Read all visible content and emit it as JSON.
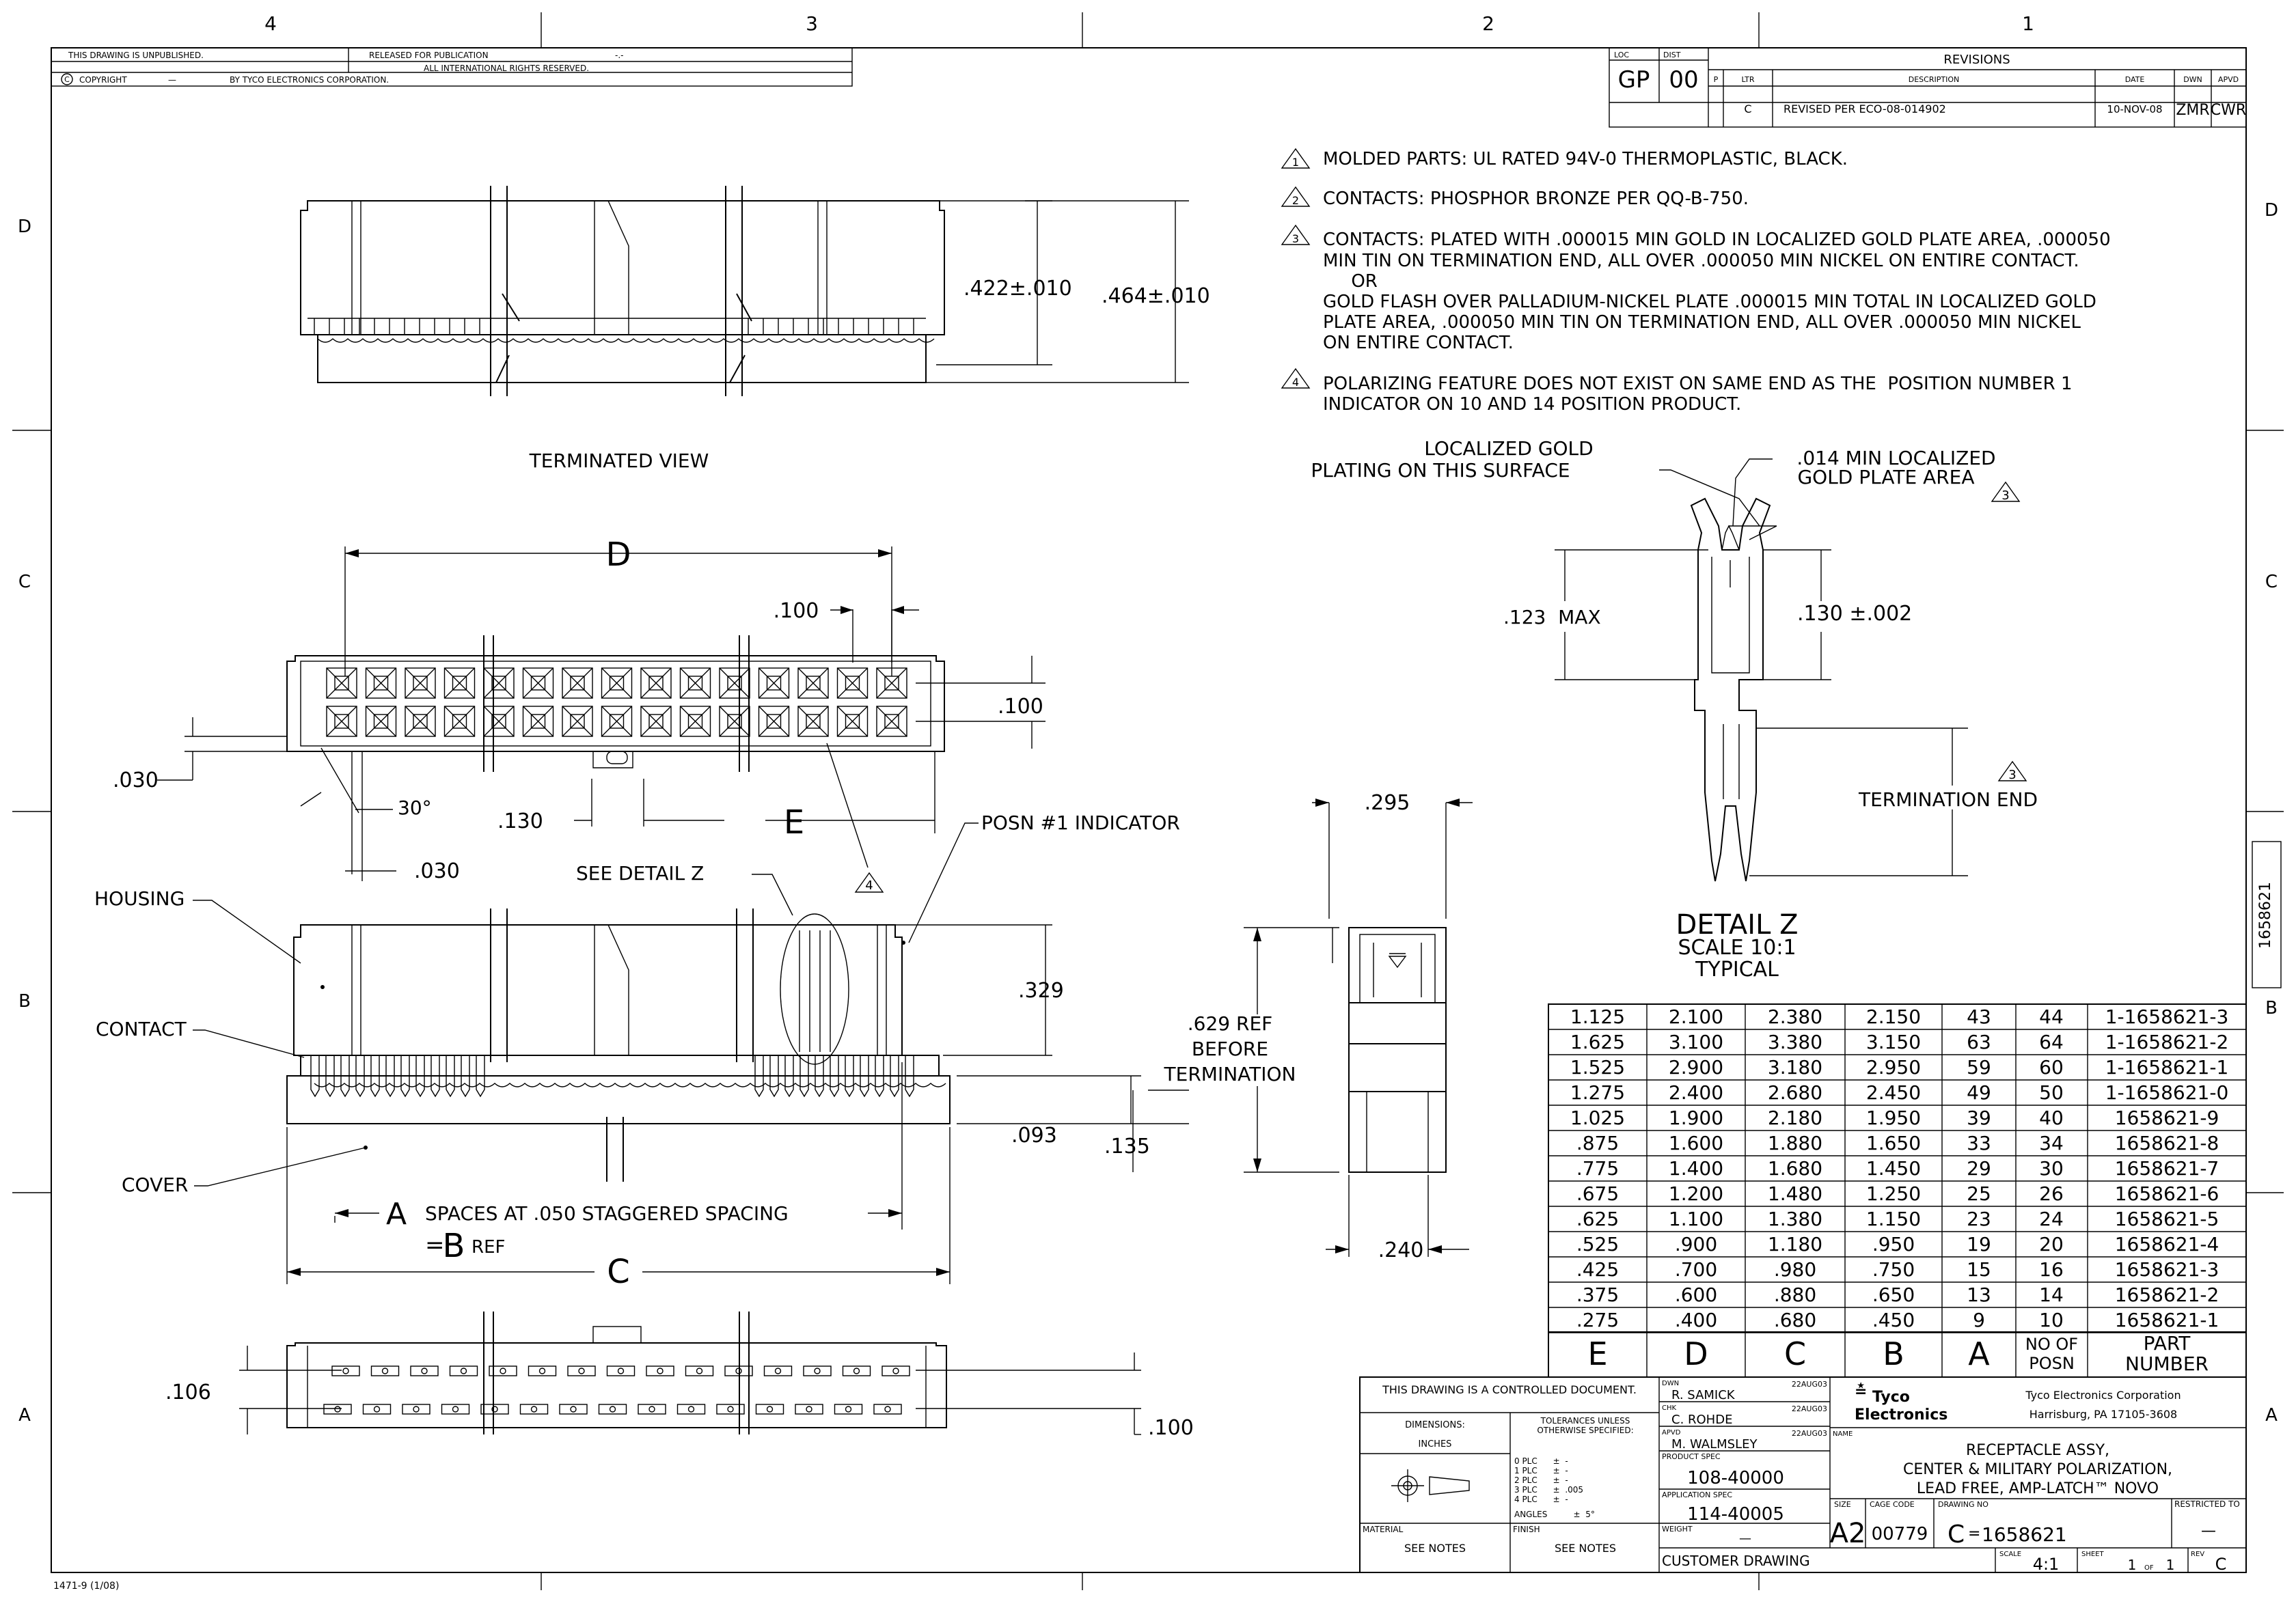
{
  "border": {
    "col_labels": [
      "4",
      "3",
      "2",
      "1"
    ],
    "row_labels": [
      "D",
      "C",
      "B",
      "A"
    ],
    "side_tab": "1658621",
    "form_code": "1471-9  (1/08)"
  },
  "header": {
    "unpublished": "THIS DRAWING IS UNPUBLISHED.",
    "released": "RELEASED FOR PUBLICATION",
    "released_mark": "-.-",
    "rights": "ALL INTERNATIONAL RIGHTS RESERVED.",
    "copyright": "COPYRIGHT",
    "copyright_dash": "—",
    "by": "BY TYCO ELECTRONICS CORPORATION."
  },
  "revisions": {
    "title": "REVISIONS",
    "loc_label": "LOC",
    "loc": "GP",
    "dist_label": "DIST",
    "dist": "00",
    "columns": [
      "P",
      "LTR",
      "DESCRIPTION",
      "DATE",
      "DWN",
      "APVD"
    ],
    "rows": [
      {
        "ltr": "C",
        "description": "REVISED PER ECO-08-014902",
        "date": "10-NOV-08",
        "dwn": "ZMR",
        "apvd": "CWR"
      }
    ]
  },
  "notes": [
    {
      "num": "1",
      "lines": [
        "MOLDED PARTS: UL RATED 94V-0 THERMOPLASTIC, BLACK."
      ]
    },
    {
      "num": "2",
      "lines": [
        "CONTACTS: PHOSPHOR BRONZE PER QQ-B-750."
      ]
    },
    {
      "num": "3",
      "lines": [
        "CONTACTS: PLATED WITH .000015 MIN GOLD IN LOCALIZED GOLD PLATE AREA, .000050",
        "MIN TIN ON TERMINATION END, ALL OVER .000050 MIN NICKEL ON ENTIRE CONTACT.",
        "     OR",
        "GOLD FLASH OVER PALLADIUM-NICKEL PLATE .000015 MIN TOTAL IN LOCALIZED GOLD",
        "PLATE AREA, .000050 MIN TIN ON TERMINATION END, ALL OVER .000050 MIN NICKEL",
        "ON ENTIRE CONTACT."
      ]
    },
    {
      "num": "4",
      "lines": [
        "POLARIZING FEATURE DOES NOT EXIST ON SAME END AS THE  POSITION NUMBER 1",
        "INDICATOR ON 10 AND 14 POSITION PRODUCT."
      ]
    }
  ],
  "views": {
    "terminated": {
      "title": "TERMINATED VIEW",
      "dim_height_1": ".422±.010",
      "dim_height_2": ".464±.010"
    },
    "front": {
      "dim_d": "D",
      "dim_pitch": ".100",
      "dim_row": ".100",
      "dim_030_a": ".030",
      "dim_angle": "30°",
      "dim_130": ".130",
      "dim_e": "E",
      "dim_030_b": ".030",
      "see_detail": "SEE DETAIL Z",
      "posn_indicator": "POSN #1 INDICATOR",
      "note_ref": "4"
    },
    "side": {
      "housing": "HOUSING",
      "contact": "CONTACT",
      "cover": "COVER",
      "dim_329": ".329",
      "dim_093": ".093",
      "dim_135": ".135",
      "dim_a": "A",
      "spaces_text": "SPACES AT .050 STAGGERED SPACING",
      "dim_b_prefix": "=",
      "dim_b": "B",
      "dim_b_ref": "REF",
      "dim_c": "C"
    },
    "end": {
      "dim_295": ".295",
      "dim_629_1": ".629 REF",
      "dim_629_2": "BEFORE",
      "dim_629_3": "TERMINATION",
      "dim_240": ".240"
    },
    "bottom": {
      "dim_106": ".106",
      "dim_100": ".100"
    },
    "detail": {
      "gold_1": "LOCALIZED GOLD",
      "gold_2": "PLATING ON THIS SURFACE",
      "min_1": ".014 MIN LOCALIZED",
      "min_2": "GOLD PLATE AREA",
      "max_label": ".123  MAX",
      "dim_130": ".130 ±.002",
      "term_end": "TERMINATION END",
      "note_ref": "3",
      "title": "DETAIL Z",
      "scale": "SCALE 10:1",
      "typical": "TYPICAL"
    }
  },
  "part_table": {
    "headers": [
      "E",
      "D",
      "C",
      "B",
      "A",
      "NO OF POSN",
      "PART NUMBER"
    ],
    "rows": [
      [
        "1.125",
        "2.100",
        "2.380",
        "2.150",
        "43",
        "44",
        "1-1658621-3"
      ],
      [
        "1.625",
        "3.100",
        "3.380",
        "3.150",
        "63",
        "64",
        "1-1658621-2"
      ],
      [
        "1.525",
        "2.900",
        "3.180",
        "2.950",
        "59",
        "60",
        "1-1658621-1"
      ],
      [
        "1.275",
        "2.400",
        "2.680",
        "2.450",
        "49",
        "50",
        "1-1658621-0"
      ],
      [
        "1.025",
        "1.900",
        "2.180",
        "1.950",
        "39",
        "40",
        "1658621-9"
      ],
      [
        ".875",
        "1.600",
        "1.880",
        "1.650",
        "33",
        "34",
        "1658621-8"
      ],
      [
        ".775",
        "1.400",
        "1.680",
        "1.450",
        "29",
        "30",
        "1658621-7"
      ],
      [
        ".675",
        "1.200",
        "1.480",
        "1.250",
        "25",
        "26",
        "1658621-6"
      ],
      [
        ".625",
        "1.100",
        "1.380",
        "1.150",
        "23",
        "24",
        "1658621-5"
      ],
      [
        ".525",
        ".900",
        "1.180",
        ".950",
        "19",
        "20",
        "1658621-4"
      ],
      [
        ".425",
        ".700",
        ".980",
        ".750",
        "15",
        "16",
        "1658621-3"
      ],
      [
        ".375",
        ".600",
        ".880",
        ".650",
        "13",
        "14",
        "1658621-2"
      ],
      [
        ".275",
        ".400",
        ".680",
        ".450",
        "9",
        "10",
        "1658621-1"
      ]
    ]
  },
  "title_block": {
    "controlled": "THIS DRAWING IS A CONTROLLED DOCUMENT.",
    "dimensions": "DIMENSIONS:",
    "inches": "INCHES",
    "tolerances": "TOLERANCES UNLESS",
    "otherwise": "OTHERWISE SPECIFIED:",
    "tol_lines": [
      "0 PLC      ±  -",
      "1 PLC      ±  -",
      "2 PLC      ±  -",
      "3 PLC      ±  .005",
      "4 PLC      ±  -",
      "ANGLES          ±  5°"
    ],
    "material_label": "MATERIAL",
    "material": "SEE NOTES",
    "finish_label": "FINISH",
    "finish": "SEE NOTES",
    "dwn_label": "DWN",
    "dwn": "R. SAMICK",
    "dwn_date": "22AUG03",
    "chk_label": "CHK",
    "chk": "C. ROHDE",
    "chk_date": "22AUG03",
    "apvd_label": "APVD",
    "apvd": "M. WALMSLEY",
    "apvd_date": "22AUG03",
    "product_spec_label": "PRODUCT SPEC",
    "product_spec": "108-40000",
    "app_spec_label": "APPLICATION SPEC",
    "app_spec": "114-40005",
    "weight_label": "WEIGHT",
    "weight": "—",
    "customer": "CUSTOMER DRAWING",
    "logo_1": "Tyco",
    "logo_2": "Electronics",
    "company": "Tyco Electronics Corporation",
    "address": "Harrisburg, PA 17105-3608",
    "name_label": "NAME",
    "name_1": "RECEPTACLE ASSY,",
    "name_2": "CENTER & MILITARY POLARIZATION,",
    "name_3": "LEAD FREE, AMP-LATCH™ NOVO",
    "size_label": "SIZE",
    "size": "A2",
    "cage_label": "CAGE CODE",
    "cage": "00779",
    "dwg_label": "DRAWING NO",
    "dwg_prefix": "C",
    "dwg": "1658621",
    "restricted": "RESTRICTED TO",
    "restricted_val": "—",
    "scale_label": "SCALE",
    "scale": "4:1",
    "sheet_label": "SHEET",
    "sheet": "1",
    "of_label": "OF",
    "of": "1",
    "rev_label": "REV",
    "rev": "C"
  }
}
